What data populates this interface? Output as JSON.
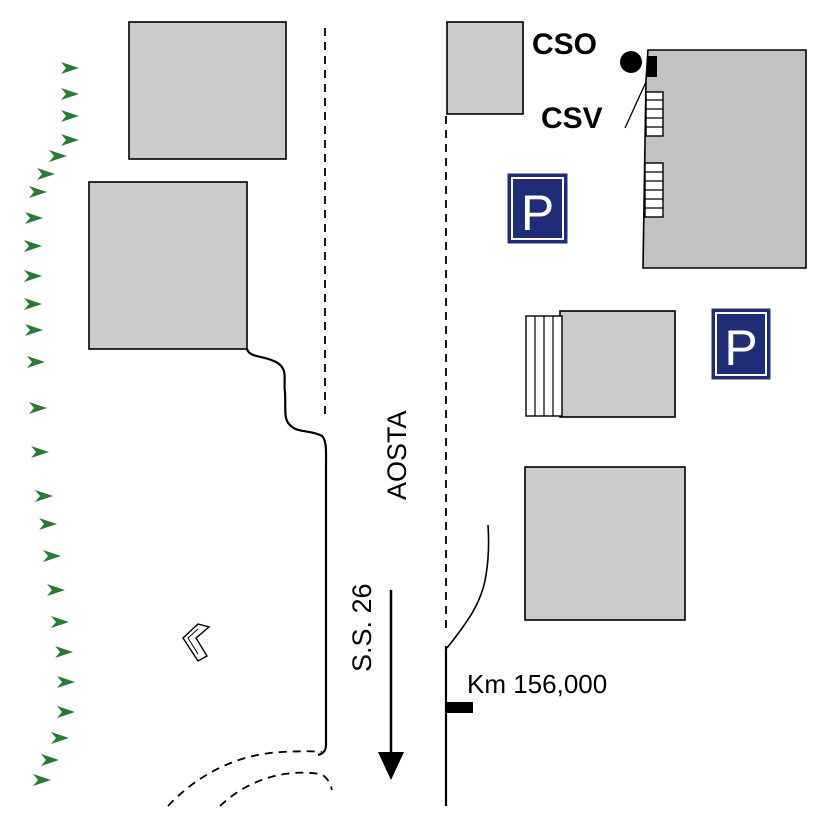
{
  "map": {
    "labels": {
      "cso": "CSO",
      "csv": "CSV",
      "road_name": "AOSTA",
      "road_number": "S.S. 26",
      "km_marker": "Km 156,000"
    },
    "parking_symbol": "P",
    "icons": [
      "parking-icon",
      "tree-icon",
      "direction-arrow-icon",
      "landmark-marker-icon"
    ],
    "colors": {
      "building": "#cbcbcb",
      "parking": "#1f2d78",
      "trees": "#2a7a36"
    }
  }
}
